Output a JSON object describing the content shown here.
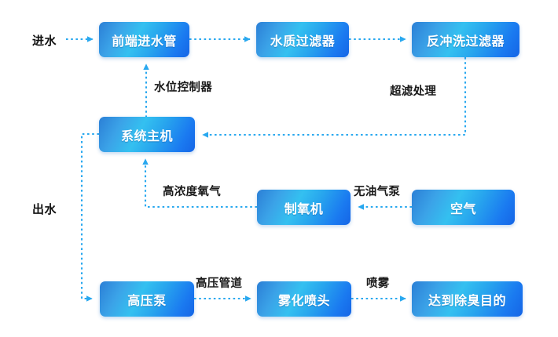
{
  "diagram": {
    "title": "water treatment and deodorization process flow",
    "accent_color": "#29a8ef",
    "wire_color": "#29a8ef",
    "node_gradient_from": "#2b7fd6",
    "node_gradient_to": "#1565e6",
    "label_color": "#1a1a1a",
    "background": "#ffffff"
  },
  "nodes": [
    {
      "id": "inlet-pipe",
      "label": "前端进水管"
    },
    {
      "id": "water-filter",
      "label": "水质过滤器"
    },
    {
      "id": "backwash-filter",
      "label": "反冲洗过滤器"
    },
    {
      "id": "system-host",
      "label": "系统主机"
    },
    {
      "id": "oxygen-generator",
      "label": "制氧机"
    },
    {
      "id": "air",
      "label": "空气"
    },
    {
      "id": "high-pressure-pump",
      "label": "高压泵"
    },
    {
      "id": "atomizing-nozzle",
      "label": "雾化喷头"
    },
    {
      "id": "deodorization-goal",
      "label": "达到除臭目的"
    }
  ],
  "io_labels": [
    {
      "id": "water-in",
      "label": "进水"
    },
    {
      "id": "water-out",
      "label": "出水"
    }
  ],
  "edge_labels": [
    {
      "id": "level-controller",
      "label": "水位控制器"
    },
    {
      "id": "ultrafiltration",
      "label": "超滤处理"
    },
    {
      "id": "high-conc-oxygen",
      "label": "高浓度氧气"
    },
    {
      "id": "oil-free-air-pump",
      "label": "无油气泵"
    },
    {
      "id": "high-pressure-pipe",
      "label": "高压管道"
    },
    {
      "id": "spray",
      "label": "喷雾"
    }
  ]
}
